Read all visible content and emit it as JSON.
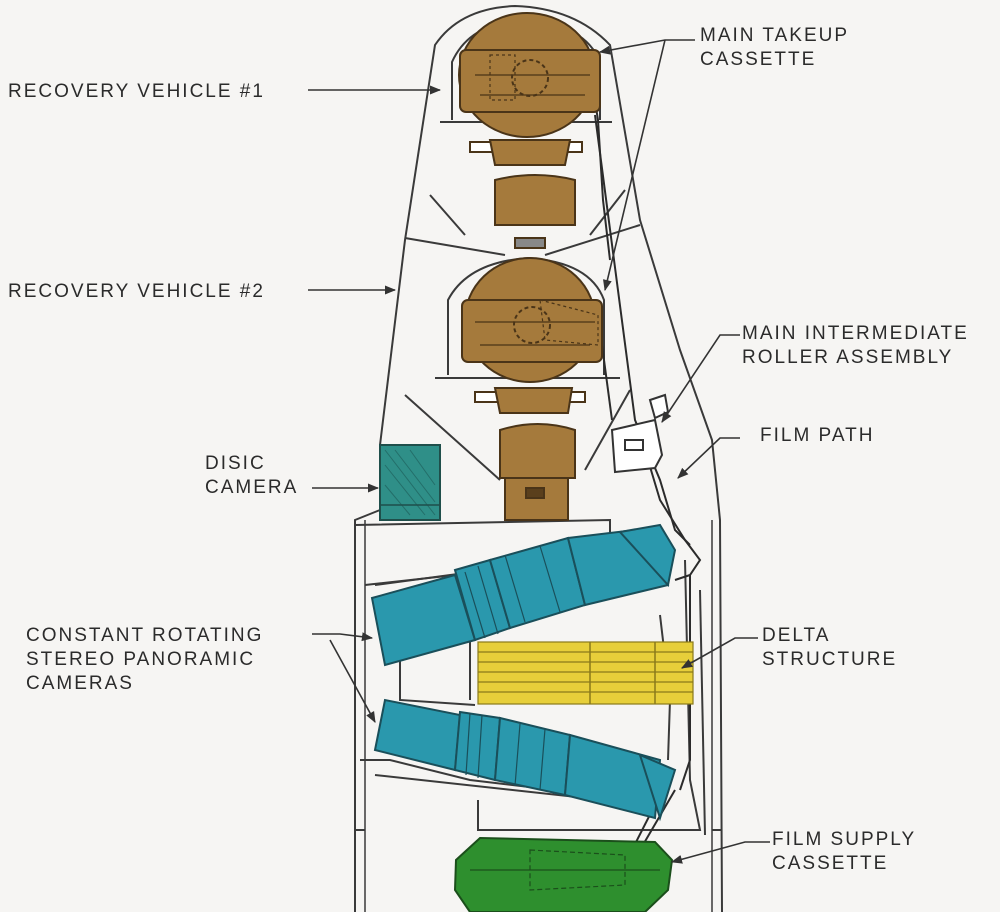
{
  "labels": {
    "recovery_vehicle_1": "RECOVERY VEHICLE #1",
    "recovery_vehicle_2": "RECOVERY VEHICLE #2",
    "main_takeup_cassette": [
      "MAIN TAKEUP",
      "CASSETTE"
    ],
    "main_intermediate_roller": [
      "MAIN INTERMEDIATE",
      "ROLLER ASSEMBLY"
    ],
    "film_path": "FILM PATH",
    "disic_camera": [
      "DISIC",
      "CAMERA"
    ],
    "constant_rotating_cameras": [
      "CONSTANT ROTATING",
      "STEREO PANORAMIC",
      "CAMERAS"
    ],
    "delta_structure": [
      "DELTA",
      "STRUCTURE"
    ],
    "film_supply_cassette": [
      "FILM SUPPLY",
      "CASSETTE"
    ]
  },
  "colors": {
    "takeup_cassette": "#a57a3c",
    "disic_camera": "#2f8f88",
    "panoramic_cameras": "#2a98ad",
    "delta_structure": "#e7cf3a",
    "film_supply_cassette": "#2e8f2e",
    "outline": "#3a3a3a"
  }
}
